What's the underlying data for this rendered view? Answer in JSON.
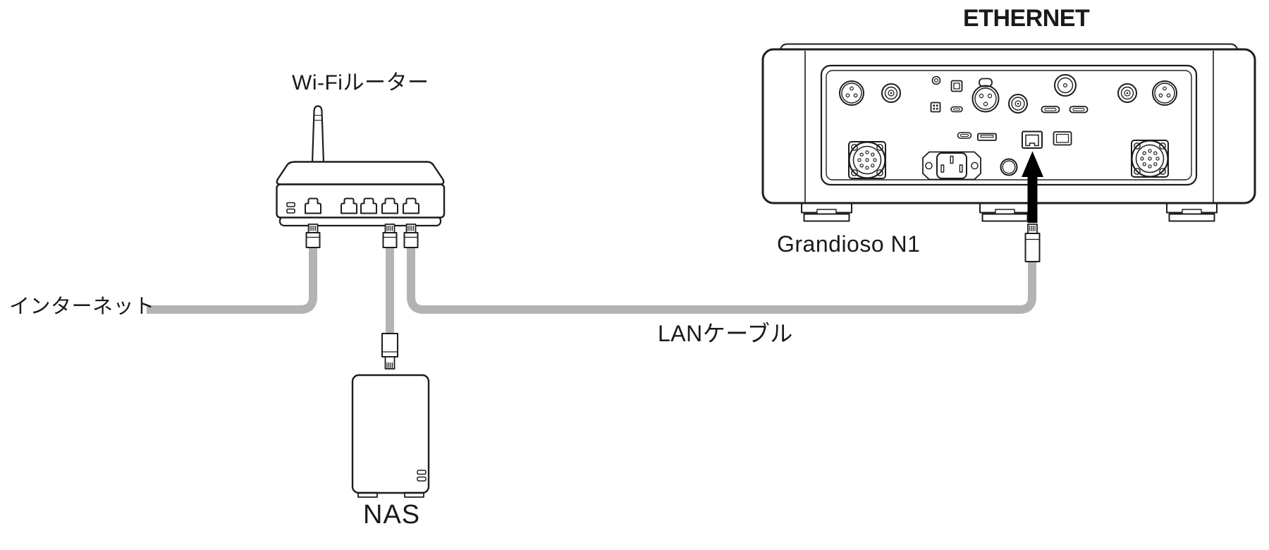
{
  "diagram": {
    "title_visible": false,
    "labels": {
      "wifi_router": "Wi-Fiルーター",
      "internet": "インターネット",
      "nas": "NAS",
      "lan_cable": "LANケーブル",
      "device": "Grandioso N1",
      "port_callout": "ETHERNET"
    },
    "devices": [
      {
        "id": "wifi-router",
        "label": "Wi-Fiルーター",
        "ports": 5,
        "status_leds": 2,
        "antenna": 1
      },
      {
        "id": "nas",
        "label": "NAS",
        "status_leds": 2
      },
      {
        "id": "grandioso-n1",
        "label": "Grandioso N1",
        "highlighted_port": "ETHERNET"
      }
    ],
    "connections": [
      {
        "from": "internet",
        "to": "wifi-router port 1",
        "via": "ethernet cable"
      },
      {
        "from": "wifi-router port 4",
        "to": "nas",
        "via": "ethernet cable"
      },
      {
        "from": "wifi-router port 5",
        "to": "grandioso-n1 ETHERNET port",
        "via": "LANケーブル"
      }
    ],
    "colors": {
      "background": "#ffffff",
      "line": "#1d1d1f",
      "cable_gray": "#b2b3b5",
      "arrow_black": "#000000",
      "text": "#1a1a1a"
    }
  }
}
